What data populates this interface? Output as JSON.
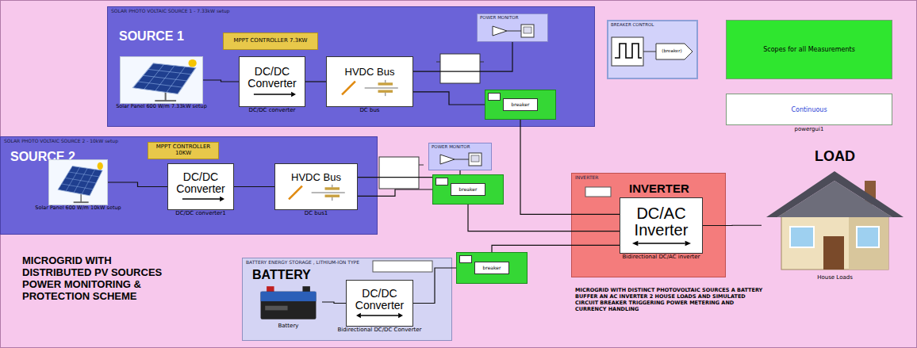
{
  "diagram": {
    "nodes": [
      {
        "text": [
          "SOLAR PHOTO VOLTAIC SOURCE 1 - 7.33kW setup",
          "SOURCE 1"
        ]
      },
      {
        "text": [
          "MPPT CONTROLLER 7.3KW"
        ],
        "in": 0
      },
      {
        "text": [
          "Solar Panel 600 W/m 7.33kW setup"
        ],
        "in": 0
      },
      {
        "text": [
          "DC/DC Converter",
          "DC/DC converter"
        ],
        "in": 0
      },
      {
        "text": [
          "HVDC Bus",
          "DC bus"
        ],
        "in": 0
      },
      {
        "text": [
          "POWER MONITOR"
        ],
        "in": 0
      },
      {
        "text": [
          "breaker"
        ],
        "in": 0
      },
      {
        "text": [
          "SOLAR PHOTO VOLTAIC SOURCE 2 - 10kW setup",
          "SOURCE 2"
        ]
      },
      {
        "text": [
          "MPPT CONTROLLER 10KW"
        ],
        "in": 7
      },
      {
        "text": [
          "Solar Panel 600 W/m 10kW setup"
        ],
        "in": 7
      },
      {
        "text": [
          "DC/DC Converter",
          "DC/DC converter1"
        ],
        "in": 7
      },
      {
        "text": [
          "HVDC Bus",
          "DC bus1"
        ],
        "in": 7
      },
      {
        "text": [
          "POWER MONITOR"
        ]
      },
      {
        "text": [
          "breaker"
        ]
      },
      {
        "text": [
          "BREAKER CONTROL",
          "(breaker)"
        ]
      },
      {
        "text": [
          "Scopes for all Measurements"
        ]
      },
      {
        "text": [
          "Continuous",
          "powergui1"
        ]
      },
      {
        "text": [
          "INVERTER",
          "INVERTER"
        ]
      },
      {
        "text": [
          "DC/AC Inverter",
          "Bidirectional DC/AC inverter"
        ],
        "in": 17
      },
      {
        "text": [
          "LOAD",
          "House Loads"
        ]
      },
      {
        "text": [
          "BATTERY ENERGY STORAGE , LITHIUM-ION TYPE",
          "BATTERY"
        ]
      },
      {
        "text": [
          "Battery"
        ],
        "in": 20
      },
      {
        "text": [
          "DC/DC Converter",
          "Bidirectional DC/DC Converter"
        ],
        "in": 20
      },
      {
        "text": [
          "breaker"
        ]
      }
    ],
    "edges": [
      {
        "from": 2,
        "to": 3,
        "arrow": "none"
      },
      {
        "from": 3,
        "to": 4,
        "arrow": "none"
      },
      {
        "from": 4,
        "to": 5,
        "arrow": "none"
      },
      {
        "from": 4,
        "to": 6,
        "arrow": "none"
      },
      {
        "from": 9,
        "to": 10,
        "arrow": "none"
      },
      {
        "from": 10,
        "to": 11,
        "arrow": "none"
      },
      {
        "from": 11,
        "to": 12,
        "arrow": "none"
      },
      {
        "from": 11,
        "to": 13,
        "arrow": "none"
      },
      {
        "from": 6,
        "to": 18,
        "arrow": "none"
      },
      {
        "from": 13,
        "to": 18,
        "arrow": "none"
      },
      {
        "from": 23,
        "to": 18,
        "arrow": "none"
      },
      {
        "from": 21,
        "to": 22,
        "arrow": "none"
      },
      {
        "from": 22,
        "to": 23,
        "arrow": "none"
      },
      {
        "from": 18,
        "to": 19,
        "arrow": "none"
      }
    ],
    "labels": [
      "MICROGRID WITH DISTRIBUTED PV SOURCES POWER MONITORING & PROTECTION SCHEME",
      "MICROGRID WITH DISTINCT PHOTOVOLTAIC SOURCES A BATTERY BUFFER AN AC INVERTER 2 HOUSE LOADS AND SIMULATED CIRCUIT BREAKER TRIGGERING POWER METERING AND CURRENCY HANDLING"
    ]
  }
}
